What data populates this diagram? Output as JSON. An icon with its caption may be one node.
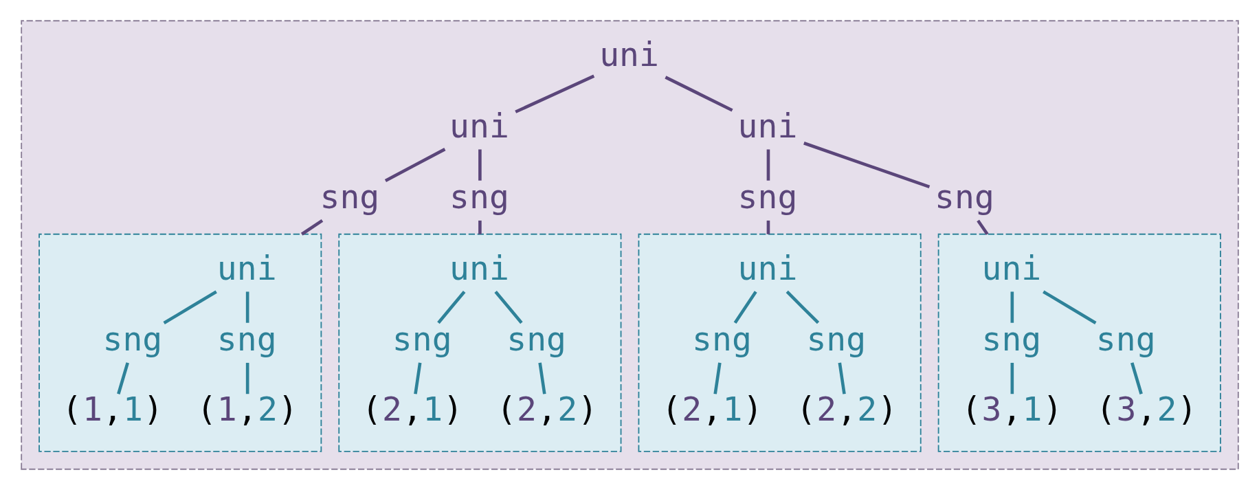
{
  "diagram": {
    "nodes": [
      {
        "text": [],
        "shape": "box"
      },
      {
        "text": [
          "uni"
        ],
        "in": 0
      },
      {
        "text": [
          "uni"
        ],
        "in": 0
      },
      {
        "text": [
          "uni"
        ],
        "in": 0
      },
      {
        "text": [
          "sng"
        ],
        "in": 0
      },
      {
        "text": [
          "sng"
        ],
        "in": 0
      },
      {
        "text": [
          "sng"
        ],
        "in": 0
      },
      {
        "text": [
          "sng"
        ],
        "in": 0
      },
      {
        "text": [],
        "shape": "box",
        "in": 0
      },
      {
        "text": [
          "uni"
        ],
        "in": 8
      },
      {
        "text": [
          "sng"
        ],
        "in": 8
      },
      {
        "text": [
          "sng"
        ],
        "in": 8
      },
      {
        "text": [
          "(1,1)"
        ],
        "in": 8
      },
      {
        "text": [
          "(1,2)"
        ],
        "in": 8
      },
      {
        "text": [],
        "shape": "box",
        "in": 0
      },
      {
        "text": [
          "uni"
        ],
        "in": 14
      },
      {
        "text": [
          "sng"
        ],
        "in": 14
      },
      {
        "text": [
          "sng"
        ],
        "in": 14
      },
      {
        "text": [
          "(2,1)"
        ],
        "in": 14
      },
      {
        "text": [
          "(2,2)"
        ],
        "in": 14
      },
      {
        "text": [],
        "shape": "box",
        "in": 0
      },
      {
        "text": [
          "uni"
        ],
        "in": 20
      },
      {
        "text": [
          "sng"
        ],
        "in": 20
      },
      {
        "text": [
          "sng"
        ],
        "in": 20
      },
      {
        "text": [
          "(2,1)"
        ],
        "in": 20
      },
      {
        "text": [
          "(2,2)"
        ],
        "in": 20
      },
      {
        "text": [],
        "shape": "box",
        "in": 0
      },
      {
        "text": [
          "uni"
        ],
        "in": 26
      },
      {
        "text": [
          "sng"
        ],
        "in": 26
      },
      {
        "text": [
          "sng"
        ],
        "in": 26
      },
      {
        "text": [
          "(3,1)"
        ],
        "in": 26
      },
      {
        "text": [
          "(3,2)"
        ],
        "in": 26
      }
    ],
    "edges": [
      {
        "from": 1,
        "to": 2,
        "arrow": "none",
        "color": "#5b467a"
      },
      {
        "from": 1,
        "to": 3,
        "arrow": "none",
        "color": "#5b467a"
      },
      {
        "from": 2,
        "to": 4,
        "arrow": "none",
        "color": "#5b467a"
      },
      {
        "from": 2,
        "to": 5,
        "arrow": "none",
        "color": "#5b467a"
      },
      {
        "from": 3,
        "to": 6,
        "arrow": "none",
        "color": "#5b467a"
      },
      {
        "from": 3,
        "to": 7,
        "arrow": "none",
        "color": "#5b467a"
      },
      {
        "from": 4,
        "to": 8,
        "arrow": "none",
        "color": "#5b467a"
      },
      {
        "from": 5,
        "to": 14,
        "arrow": "none",
        "color": "#5b467a"
      },
      {
        "from": 6,
        "to": 20,
        "arrow": "none",
        "color": "#5b467a"
      },
      {
        "from": 7,
        "to": 26,
        "arrow": "none",
        "color": "#5b467a"
      },
      {
        "from": 9,
        "to": 10,
        "arrow": "none"
      },
      {
        "from": 9,
        "to": 11,
        "arrow": "none"
      },
      {
        "from": 10,
        "to": 12,
        "arrow": "none"
      },
      {
        "from": 11,
        "to": 13,
        "arrow": "none"
      },
      {
        "from": 15,
        "to": 16,
        "arrow": "none"
      },
      {
        "from": 15,
        "to": 17,
        "arrow": "none"
      },
      {
        "from": 16,
        "to": 18,
        "arrow": "none"
      },
      {
        "from": 17,
        "to": 19,
        "arrow": "none"
      },
      {
        "from": 21,
        "to": 22,
        "arrow": "none"
      },
      {
        "from": 21,
        "to": 23,
        "arrow": "none"
      },
      {
        "from": 22,
        "to": 24,
        "arrow": "none"
      },
      {
        "from": 23,
        "to": 25,
        "arrow": "none"
      },
      {
        "from": 27,
        "to": 28,
        "arrow": "none"
      },
      {
        "from": 27,
        "to": 29,
        "arrow": "none"
      },
      {
        "from": 28,
        "to": 30,
        "arrow": "none"
      },
      {
        "from": 29,
        "to": 31,
        "arrow": "none"
      }
    ]
  }
}
